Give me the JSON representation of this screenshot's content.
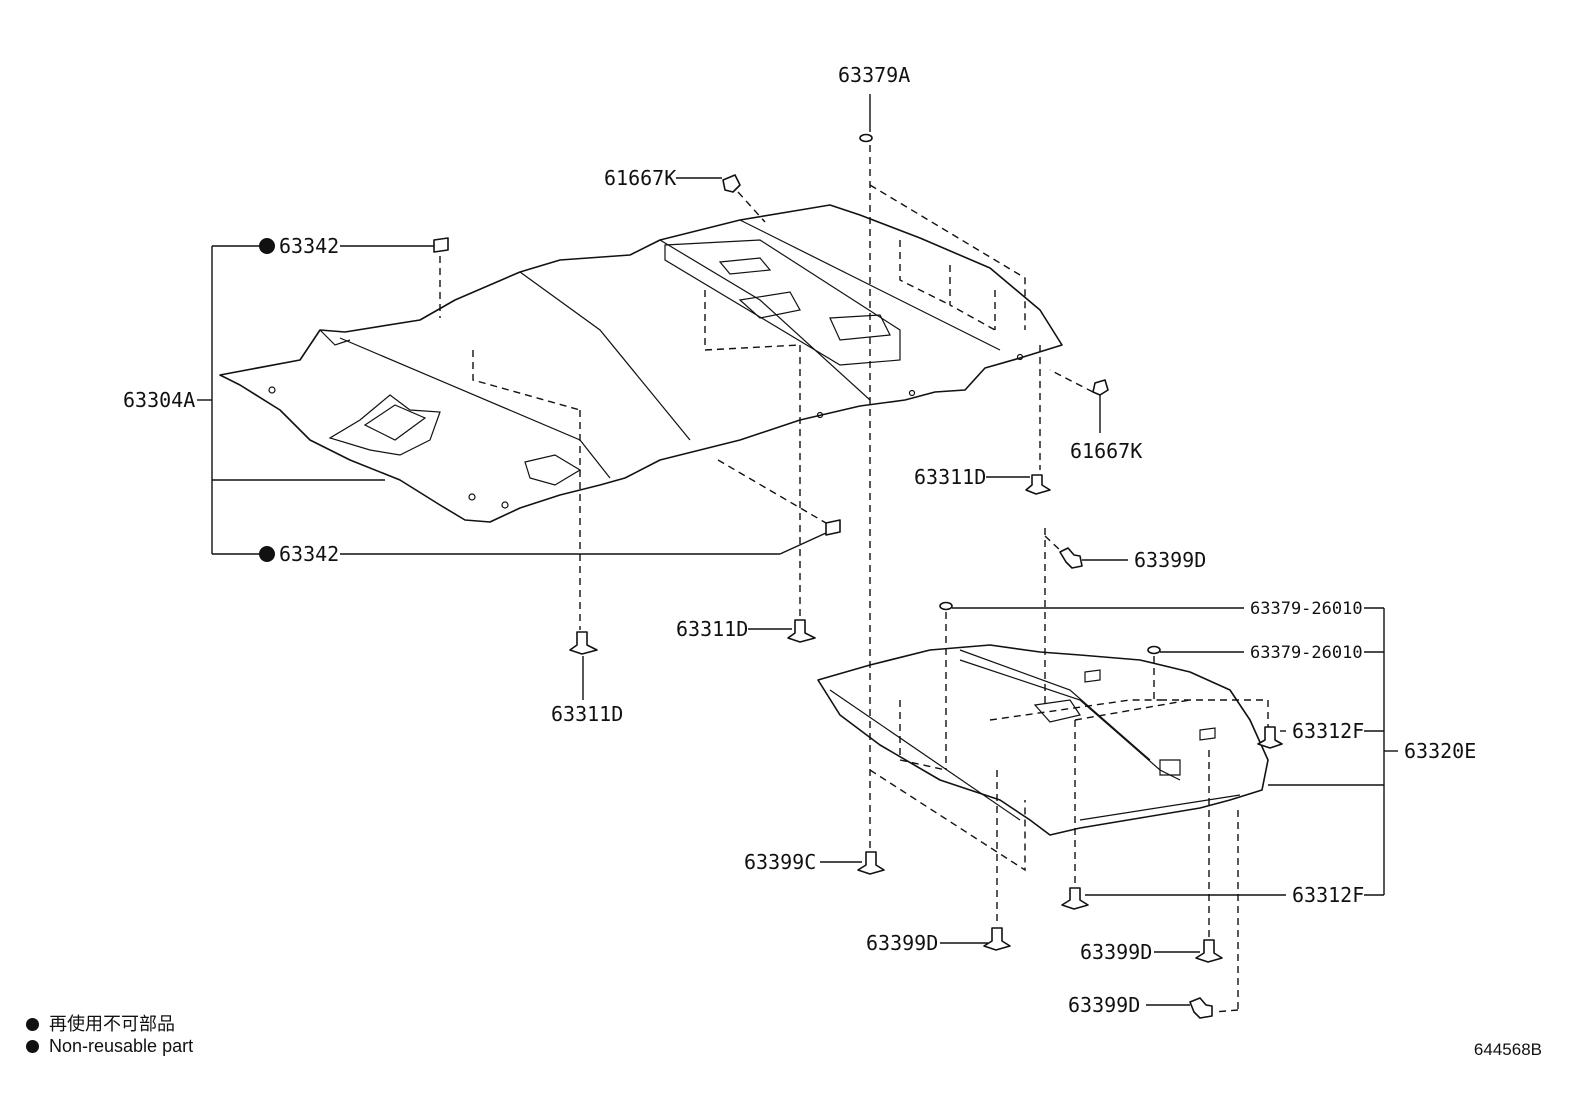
{
  "labels": {
    "p63379A": "63379A",
    "p61667K_top": "61667K",
    "p63342_top": "63342",
    "p63304A": "63304A",
    "p61667K_right": "61667K",
    "p63311D_right": "63311D",
    "p63342_bottom": "63342",
    "p63399D_mid": "63399D",
    "p63379_26010_a": "63379-26010",
    "p63379_26010_b": "63379-26010",
    "p63311D_mid": "63311D",
    "p63311D_bottom": "63311D",
    "p63312F_top": "63312F",
    "p63320E": "63320E",
    "p63399C": "63399C",
    "p63312F_bottom": "63312F",
    "p63399D_b1": "63399D",
    "p63399D_b2": "63399D",
    "p63399D_b3": "63399D"
  },
  "legend": {
    "jp": "再使用不可部品",
    "en": "Non-reusable part"
  },
  "diagram_code": "644568B"
}
